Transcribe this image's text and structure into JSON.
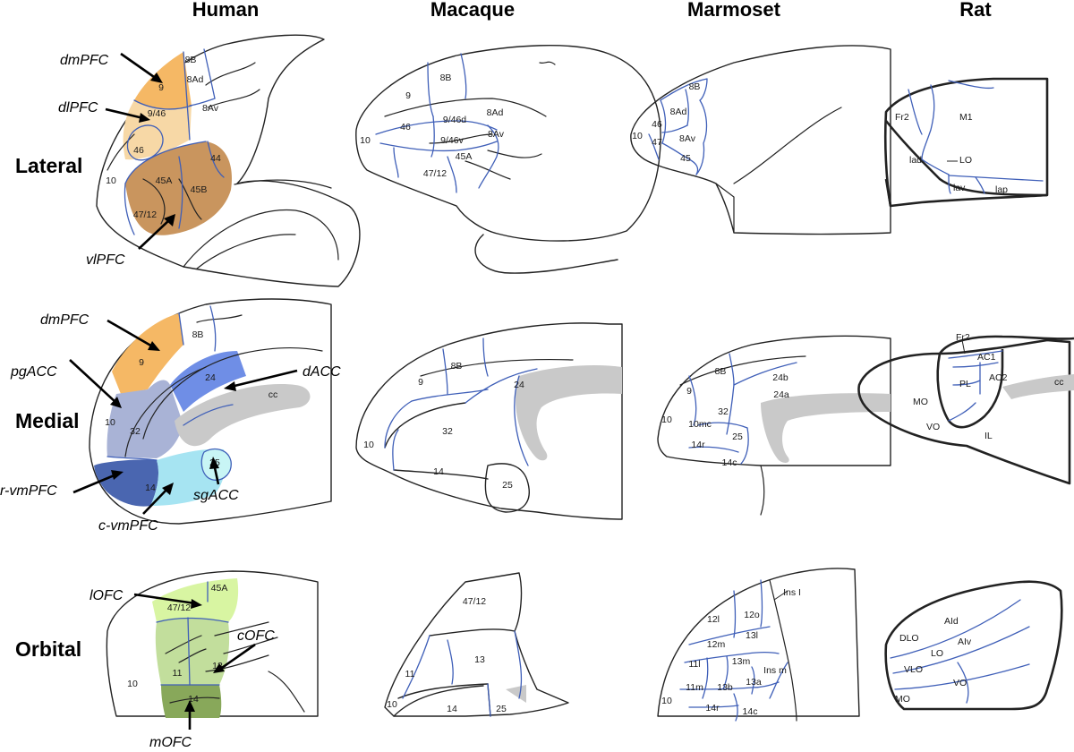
{
  "columns": [
    "Human",
    "Macaque",
    "Marmoset",
    "Rat"
  ],
  "rows": [
    "Lateral",
    "Medial",
    "Orbital"
  ],
  "human": {
    "lateral": {
      "regions": [
        "dmPFC",
        "dlPFC",
        "vlPFC"
      ],
      "areas": [
        "8B",
        "9",
        "8Ad",
        "9/46",
        "8Av",
        "46",
        "10",
        "44",
        "45A",
        "45B",
        "47/12"
      ]
    },
    "medial": {
      "regions": [
        "dmPFC",
        "pgACC",
        "dACC",
        "r-vmPFC",
        "sgACC",
        "c-vmPFC"
      ],
      "areas": [
        "8B",
        "9",
        "24",
        "cc",
        "10",
        "32",
        "25",
        "14"
      ]
    },
    "orbital": {
      "regions": [
        "lOFC",
        "cOFC",
        "mOFC"
      ],
      "areas": [
        "45A",
        "47/12",
        "10",
        "11",
        "13",
        "14"
      ]
    }
  },
  "macaque": {
    "lateral": {
      "areas": [
        "8B",
        "9",
        "8Ad",
        "9/46d",
        "10",
        "46",
        "9/46v",
        "8Av",
        "45A",
        "47/12"
      ]
    },
    "medial": {
      "areas": [
        "8B",
        "9",
        "24",
        "32",
        "10",
        "14",
        "25"
      ]
    },
    "orbital": {
      "areas": [
        "47/12",
        "13",
        "11",
        "10",
        "14",
        "25"
      ]
    }
  },
  "marmoset": {
    "lateral": {
      "areas": [
        "8B",
        "8Ad",
        "46",
        "8Av",
        "10",
        "47",
        "45"
      ]
    },
    "medial": {
      "areas": [
        "8B",
        "24b",
        "9",
        "24a",
        "32",
        "10",
        "10mc",
        "25",
        "14r",
        "14c"
      ]
    },
    "orbital": {
      "areas": [
        "12o",
        "Ins I",
        "12l",
        "13l",
        "12m",
        "11l",
        "13m",
        "Ins m",
        "11m",
        "13a",
        "13b",
        "10",
        "14r",
        "14c"
      ]
    }
  },
  "rat": {
    "lateral": {
      "areas": [
        "Fr2",
        "M1",
        "lad",
        "LO",
        "lav",
        "lap"
      ]
    },
    "medial": {
      "areas": [
        "Fr2",
        "AC1",
        "PL",
        "AC2",
        "MO",
        "cc",
        "VO",
        "IL"
      ]
    },
    "orbital": {
      "areas": [
        "DLO",
        "AId",
        "AIv",
        "LO",
        "VLO",
        "VO",
        "MO"
      ]
    }
  },
  "colors": {
    "dmPFC": "#f5b865",
    "dlPFC": "#f7d8a6",
    "vlPFC": "#c9955e",
    "pgACC": "#a9b3d6",
    "dACC": "#6f8ee6",
    "rvmPFC": "#4a66b0",
    "cvmPFC": "#a6e4f2",
    "sgACC": "#c8f5f5",
    "lOFC": "#d8f5a2",
    "cOFC": "#c2de9c",
    "mOFC": "#88a85a",
    "boundary": "#3f5fb8",
    "cc": "#c9c9c9"
  }
}
